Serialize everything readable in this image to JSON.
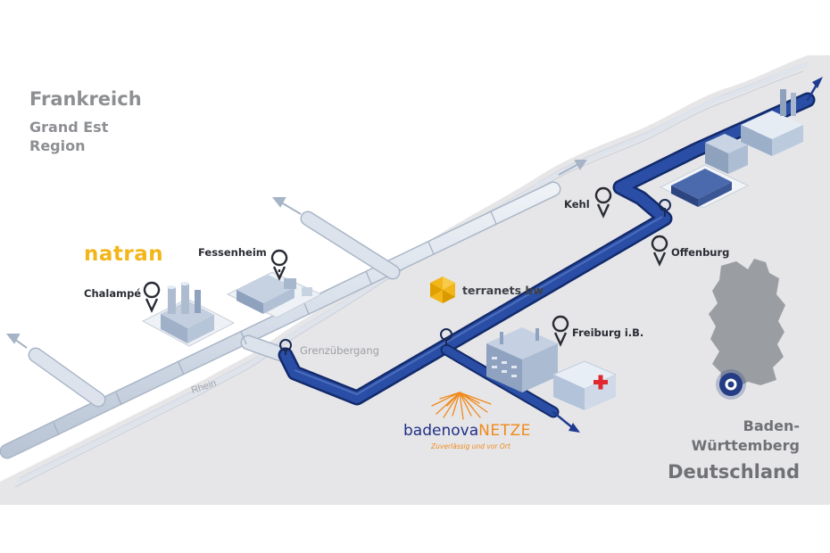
{
  "regions": {
    "france_country": "Frankreich",
    "france_region_line1": "Grand Est",
    "france_region_line2": "Region",
    "germany_state_line1": "Baden-",
    "germany_state_line2": "Württemberg",
    "germany_country": "Deutschland"
  },
  "places": {
    "fessenheim": "Fessenheim",
    "chalampe": "Chalampé",
    "kehl": "Kehl",
    "offenburg": "Offenburg",
    "freiburg": "Freiburg i.B."
  },
  "features": {
    "river": "Rhein",
    "border_crossing": "Grenzübergang"
  },
  "logos": {
    "natran": "natran",
    "terranets": "terranets bw",
    "badenova_main": "badenova",
    "badenova_sub": "NETZE",
    "badenova_tagline": "Zuverlässig und vor Ort"
  },
  "icons": {
    "location": "map-pin-icon",
    "valve": "valve-icon",
    "flow": "arrow-icon",
    "hospital": "red-cross-icon"
  },
  "colors": {
    "pipeline_new": "#1f3b8f",
    "pipeline_existing": "#d9e1ec",
    "land_germany": "#e6e6e8",
    "land_france": "#ffffff",
    "germany_map": "#9a9da2",
    "natran_brand": "#f3b61a",
    "badenova_brand": "#1f2f86",
    "badenova_accent": "#f08a1c"
  }
}
